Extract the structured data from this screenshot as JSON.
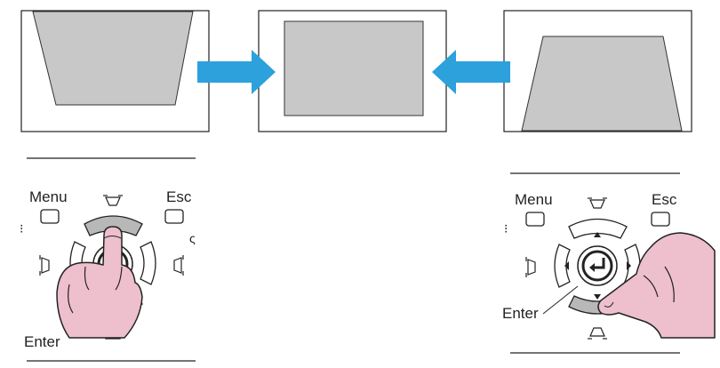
{
  "panels": [
    {
      "id": "keystone-top-wide",
      "state": "distorted"
    },
    {
      "id": "keystone-corrected",
      "state": "corrected"
    },
    {
      "id": "keystone-bottom-wide",
      "state": "distorted"
    }
  ],
  "arrows": [
    {
      "direction": "right",
      "color": "#2ca1dc"
    },
    {
      "direction": "left",
      "color": "#2ca1dc"
    }
  ],
  "remote_left": {
    "menu_label": "Menu",
    "esc_label": "Esc",
    "enter_label": "Enter",
    "pressed_button": "up-keystone",
    "highlight_color": "#b8b8b8"
  },
  "remote_right": {
    "menu_label": "Menu",
    "esc_label": "Esc",
    "enter_label": "Enter",
    "pressed_button": "down-keystone",
    "highlight_color": "#b8b8b8"
  },
  "colors": {
    "screen_fill": "#c8c8c8",
    "hand_fill": "#eebfcc",
    "line": "#222222"
  }
}
